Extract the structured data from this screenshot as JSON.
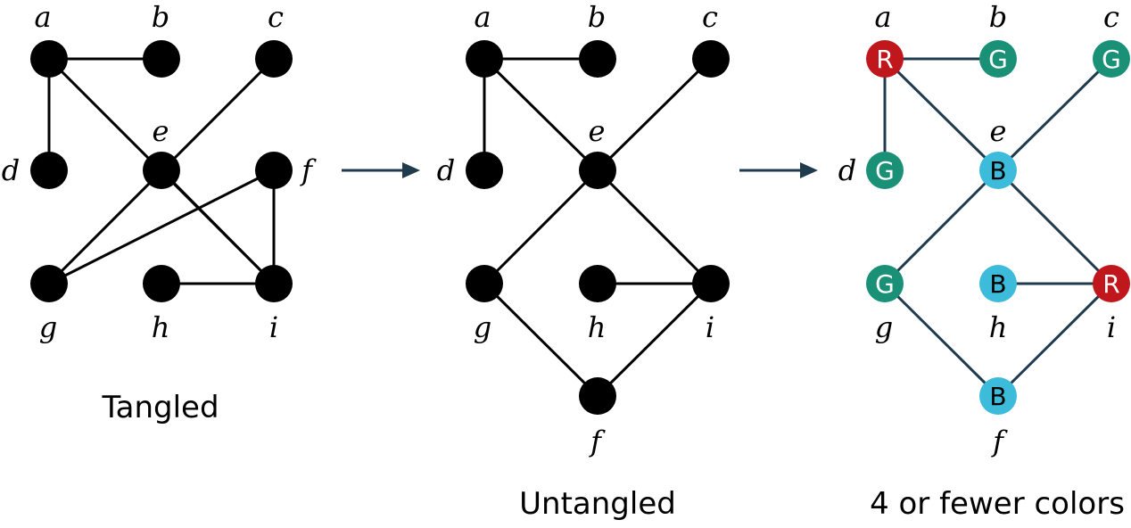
{
  "panels": [
    {
      "caption": "Tangled",
      "vertices": [
        {
          "id": "a",
          "label": "a"
        },
        {
          "id": "b",
          "label": "b"
        },
        {
          "id": "c",
          "label": "c"
        },
        {
          "id": "d",
          "label": "d"
        },
        {
          "id": "e",
          "label": "e"
        },
        {
          "id": "f",
          "label": "f"
        },
        {
          "id": "g",
          "label": "g"
        },
        {
          "id": "h",
          "label": "h"
        },
        {
          "id": "i",
          "label": "i"
        }
      ],
      "edges": [
        [
          "a",
          "b"
        ],
        [
          "a",
          "d"
        ],
        [
          "a",
          "i"
        ],
        [
          "c",
          "g"
        ],
        [
          "e",
          "i"
        ],
        [
          "f",
          "g"
        ],
        [
          "f",
          "i"
        ],
        [
          "h",
          "i"
        ]
      ]
    },
    {
      "caption": "Untangled",
      "vertices": [
        {
          "id": "a",
          "label": "a"
        },
        {
          "id": "b",
          "label": "b"
        },
        {
          "id": "c",
          "label": "c"
        },
        {
          "id": "d",
          "label": "d"
        },
        {
          "id": "e",
          "label": "e"
        },
        {
          "id": "g",
          "label": "g"
        },
        {
          "id": "h",
          "label": "h"
        },
        {
          "id": "i",
          "label": "i"
        },
        {
          "id": "f",
          "label": "f"
        }
      ],
      "edges": [
        [
          "a",
          "b"
        ],
        [
          "a",
          "d"
        ],
        [
          "a",
          "e"
        ],
        [
          "c",
          "e"
        ],
        [
          "e",
          "g"
        ],
        [
          "e",
          "i"
        ],
        [
          "g",
          "f"
        ],
        [
          "i",
          "f"
        ],
        [
          "h",
          "i"
        ]
      ]
    },
    {
      "caption": "4 or fewer colors",
      "vertices": [
        {
          "id": "a",
          "label": "a",
          "color_letter": "R"
        },
        {
          "id": "b",
          "label": "b",
          "color_letter": "G"
        },
        {
          "id": "c",
          "label": "c",
          "color_letter": "G"
        },
        {
          "id": "d",
          "label": "d",
          "color_letter": "G"
        },
        {
          "id": "e",
          "label": "e",
          "color_letter": "B"
        },
        {
          "id": "g",
          "label": "g",
          "color_letter": "G"
        },
        {
          "id": "h",
          "label": "h",
          "color_letter": "B"
        },
        {
          "id": "i",
          "label": "i",
          "color_letter": "R"
        },
        {
          "id": "f",
          "label": "f",
          "color_letter": "B"
        }
      ],
      "edges": [
        [
          "a",
          "b"
        ],
        [
          "a",
          "d"
        ],
        [
          "a",
          "e"
        ],
        [
          "c",
          "e"
        ],
        [
          "e",
          "g"
        ],
        [
          "e",
          "i"
        ],
        [
          "g",
          "f"
        ],
        [
          "i",
          "f"
        ],
        [
          "h",
          "i"
        ]
      ]
    }
  ],
  "colors": {
    "vertex_plain": "#000000",
    "edge_plain": "#000000",
    "edge_colored": "#1f3b4d",
    "arrow": "#1f3b4d",
    "R": "#c0171d",
    "G": "#1a9176",
    "B": "#3dbbdb"
  }
}
